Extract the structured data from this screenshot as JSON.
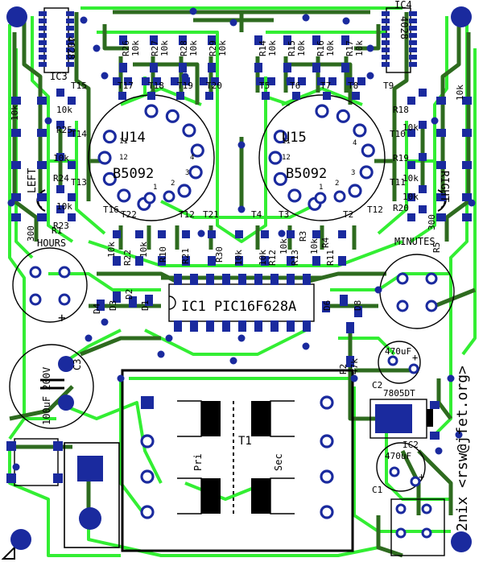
{
  "board": {
    "credit": "2nix <rsw@jfet.org>",
    "colors": {
      "top_copper": "#2e6b1f",
      "bottom_copper": "#33ee33",
      "pad": "#1a2a9e",
      "silkscreen": "#000000",
      "background": "#ffffff"
    }
  },
  "labels": {
    "u14": "U14",
    "u15": "U15",
    "b5092_left": "B5092",
    "b5092_right": "B5092",
    "ic1": "IC1 PIC16F628A",
    "ic3": "IC3",
    "ic4": "IC4",
    "ic3_part": "4028",
    "ic4_part": "4028",
    "ic2": "IC2",
    "reg": "7805DT",
    "t1": "T1",
    "pri": "Pri",
    "sec": "Sec",
    "left": "LEFT",
    "right": "RIGHT",
    "hours": "HOURS",
    "minutes": "MINUTES",
    "c1": "C1",
    "c2": "C2",
    "c3": "C3",
    "c2_val": "470uF",
    "c1_val": "470uF",
    "c3_val": "100uF 200V",
    "c3_plus": "+",
    "c2_plus": "+",
    "c1_plus": "+",
    "r2": "R2",
    "r2_val": "47k",
    "pin1": "1",
    "pin2": "2",
    "pin3": "3",
    "pin4": "4",
    "pin11": "11",
    "pin12": "12"
  },
  "resistors_top_left": [
    "R26",
    "R27",
    "R28",
    "R29"
  ],
  "resistors_top_right": [
    "R14",
    "R15",
    "R16",
    "R17"
  ],
  "res_values": [
    "10k",
    "10k",
    "10k",
    "10k",
    "10k",
    "10k",
    "10k",
    "10k"
  ],
  "transistors_top": [
    "T17",
    "T18",
    "T19",
    "T20",
    "T5",
    "T6",
    "T7",
    "T8"
  ],
  "left_side": [
    "R25",
    "R24",
    "R23",
    "T15",
    "T14",
    "T13",
    "T16",
    "10k",
    "10k",
    "10k",
    "10k"
  ],
  "right_side": [
    "R18",
    "R19",
    "R20",
    "T9",
    "T10",
    "T11",
    "T12",
    "10k",
    "10k",
    "10k",
    "10k"
  ],
  "bottom_left": [
    "R22",
    "R21",
    "R30",
    "R10",
    "T21",
    "T12",
    "T22",
    "D2",
    "D3",
    "D1",
    "D4",
    "10k",
    "10k",
    "10k",
    "300",
    "R1"
  ],
  "bottom_right": [
    "R12",
    "R13",
    "R11",
    "R4",
    "R3",
    "T4",
    "T3",
    "T2",
    "D8",
    "D6",
    "10k",
    "10k",
    "10k",
    "300",
    "R5"
  ]
}
